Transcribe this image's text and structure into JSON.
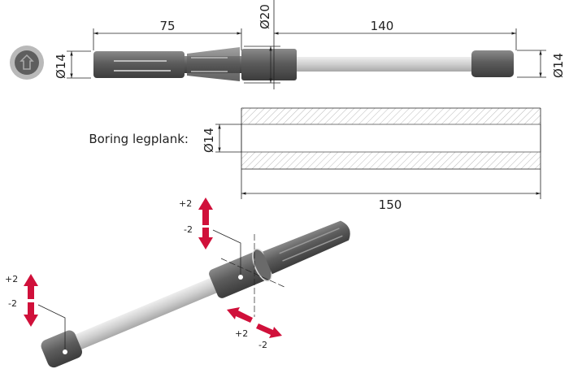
{
  "top_view": {
    "dim_anchor_length": "75",
    "dim_sleeve_diameter": "Ø20",
    "dim_rod_length": "140",
    "dim_anchor_diameter": "Ø14",
    "dim_cap_diameter": "Ø14"
  },
  "drilling": {
    "label": "Boring legplank:",
    "dim_hole_diameter": "Ø14",
    "dim_hole_depth": "150"
  },
  "adjustments": [
    {
      "plus": "+2",
      "minus": "-2"
    },
    {
      "plus": "+2",
      "minus": "-2"
    },
    {
      "plus": "+2",
      "minus": "-2"
    }
  ],
  "colors": {
    "arrow": "#d0103a",
    "part_dark": "#5a5a5a",
    "rod": "#c8c8c8",
    "hatch": "#aaaaaa"
  }
}
